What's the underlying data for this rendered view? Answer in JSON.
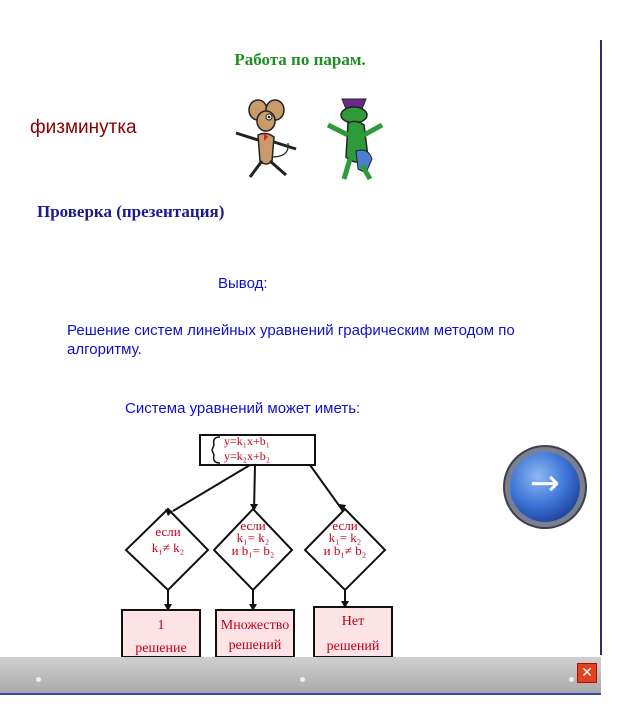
{
  "slide": {
    "title": "Работа по парам.",
    "fizminutka": "физминутка",
    "check": "Проверка (презентация)",
    "conclusion": "Вывод:",
    "solution": "Решение систем линейных уравнений графическим методом по алгоритму.",
    "system_can_have": "Система уравнений может иметь:"
  },
  "flowchart": {
    "top_line1": "y=k₁x+b₁",
    "top_line2": "y=k₂x+b₂",
    "left_cond": [
      "если",
      "k₁≠ k₂"
    ],
    "mid_cond": [
      "если",
      "k₁= k₂",
      "и b₁= b₂"
    ],
    "right_cond": [
      "если",
      "k₁= k₂",
      "и b₁≠ b₂"
    ],
    "left_result": [
      "1",
      "решение"
    ],
    "mid_result": [
      "Множество",
      "решений"
    ],
    "right_result": [
      "Нет",
      "решений"
    ]
  },
  "colors": {
    "title": "#1f8f1f",
    "fizminutka": "#8b0000",
    "heading": "#1a1a8c",
    "text": "#1010cc",
    "flow_text": "#c0001a",
    "result_bg": "#fde3e6"
  },
  "icons": {
    "next": "arrow-right-icon",
    "close": "close-icon"
  },
  "controls": {
    "next_symbol": "→",
    "close_symbol": "✕"
  }
}
